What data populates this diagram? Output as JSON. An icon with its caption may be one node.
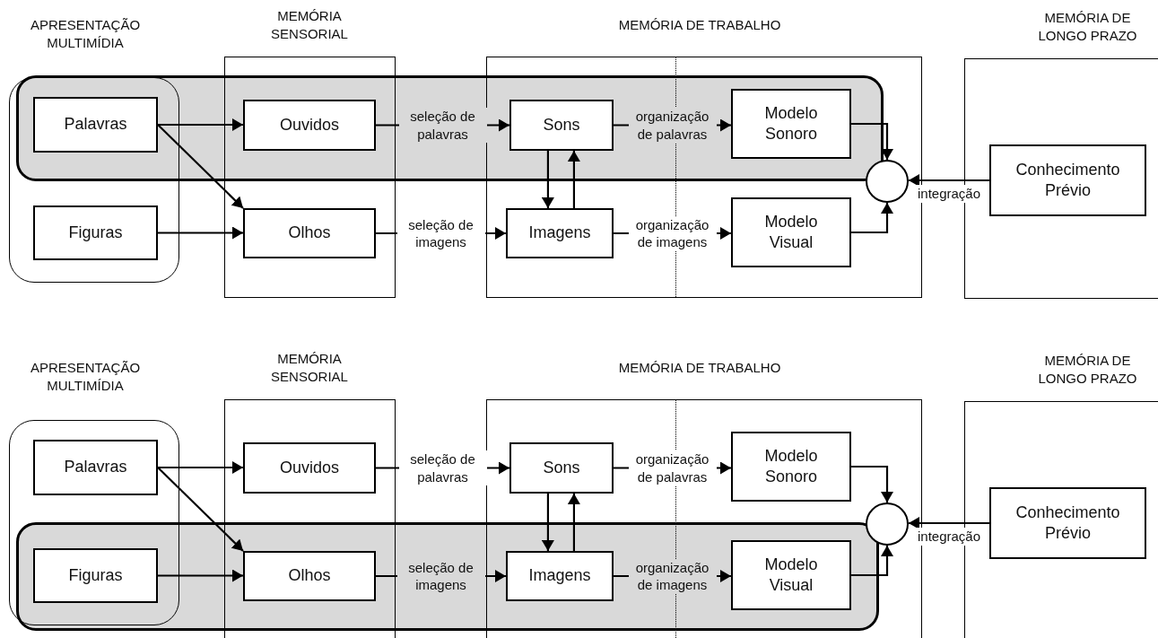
{
  "diagram": {
    "nodes": [
      {
        "text": [
          "APRESENTAÇÃO MULTIMÍDIA"
        ]
      },
      {
        "text": [
          "Palavras"
        ],
        "in": 0
      },
      {
        "text": [
          "Figuras"
        ],
        "in": 0
      },
      {
        "text": [
          "MEMÓRIA SENSORIAL"
        ]
      },
      {
        "text": [
          "Ouvidos"
        ],
        "in": 3
      },
      {
        "text": [
          "Olhos"
        ],
        "in": 3
      },
      {
        "text": [
          "MEMÓRIA DE TRABALHO"
        ]
      },
      {
        "text": [
          "Sons"
        ],
        "in": 6
      },
      {
        "text": [
          "Imagens"
        ],
        "in": 6
      },
      {
        "text": [
          "Modelo Sonoro"
        ],
        "in": 6
      },
      {
        "text": [
          "Modelo Visual"
        ],
        "in": 6
      },
      {
        "text": [],
        "shape": "circle",
        "in": 6
      },
      {
        "text": [
          "MEMÓRIA DE LONGO PRAZO"
        ]
      },
      {
        "text": [
          "Conhecimento Prévio"
        ],
        "in": 12
      },
      {
        "text": [
          "APRESENTAÇÃO MULTIMÍDIA"
        ]
      },
      {
        "text": [
          "Palavras"
        ],
        "in": 14
      },
      {
        "text": [
          "Figuras"
        ],
        "in": 14
      },
      {
        "text": [
          "MEMÓRIA SENSORIAL"
        ]
      },
      {
        "text": [
          "Ouvidos"
        ],
        "in": 17
      },
      {
        "text": [
          "Olhos"
        ],
        "in": 17
      },
      {
        "text": [
          "MEMÓRIA DE TRABALHO"
        ]
      },
      {
        "text": [
          "Sons"
        ],
        "in": 20
      },
      {
        "text": [
          "Imagens"
        ],
        "in": 20
      },
      {
        "text": [
          "Modelo Sonoro"
        ],
        "in": 20
      },
      {
        "text": [
          "Modelo Visual"
        ],
        "in": 20
      },
      {
        "text": [],
        "shape": "circle",
        "in": 20
      },
      {
        "text": [
          "MEMÓRIA DE LONGO PRAZO"
        ]
      },
      {
        "text": [
          "Conhecimento Prévio"
        ],
        "in": 26
      }
    ],
    "edges": [
      {
        "from": 1,
        "to": 4,
        "arrow": "to"
      },
      {
        "from": 1,
        "to": 5,
        "arrow": "to"
      },
      {
        "from": 2,
        "to": 5,
        "arrow": "to"
      },
      {
        "from": 4,
        "to": 7,
        "arrow": "to",
        "label": "seleção de palavras"
      },
      {
        "from": 5,
        "to": 8,
        "arrow": "to",
        "label": "seleção de imagens"
      },
      {
        "from": 7,
        "to": 8,
        "arrow": "to"
      },
      {
        "from": 8,
        "to": 7,
        "arrow": "to"
      },
      {
        "from": 7,
        "to": 9,
        "arrow": "to",
        "label": "organização de palavras"
      },
      {
        "from": 8,
        "to": 10,
        "arrow": "to",
        "label": "organização de imagens"
      },
      {
        "from": 9,
        "to": 11,
        "arrow": "to"
      },
      {
        "from": 10,
        "to": 11,
        "arrow": "to"
      },
      {
        "from": 13,
        "to": 11,
        "arrow": "to",
        "label": "integração"
      },
      {
        "from": 15,
        "to": 18,
        "arrow": "to"
      },
      {
        "from": 15,
        "to": 19,
        "arrow": "to"
      },
      {
        "from": 16,
        "to": 19,
        "arrow": "to"
      },
      {
        "from": 18,
        "to": 21,
        "arrow": "to",
        "label": "seleção de palavras"
      },
      {
        "from": 19,
        "to": 22,
        "arrow": "to",
        "label": "seleção de imagens"
      },
      {
        "from": 21,
        "to": 22,
        "arrow": "to"
      },
      {
        "from": 22,
        "to": 21,
        "arrow": "to"
      },
      {
        "from": 21,
        "to": 23,
        "arrow": "to",
        "label": "organização de palavras"
      },
      {
        "from": 22,
        "to": 24,
        "arrow": "to",
        "label": "organização de imagens"
      },
      {
        "from": 23,
        "to": 25,
        "arrow": "to"
      },
      {
        "from": 24,
        "to": 25,
        "arrow": "to"
      },
      {
        "from": 27,
        "to": 25,
        "arrow": "to",
        "label": "integração"
      }
    ]
  }
}
